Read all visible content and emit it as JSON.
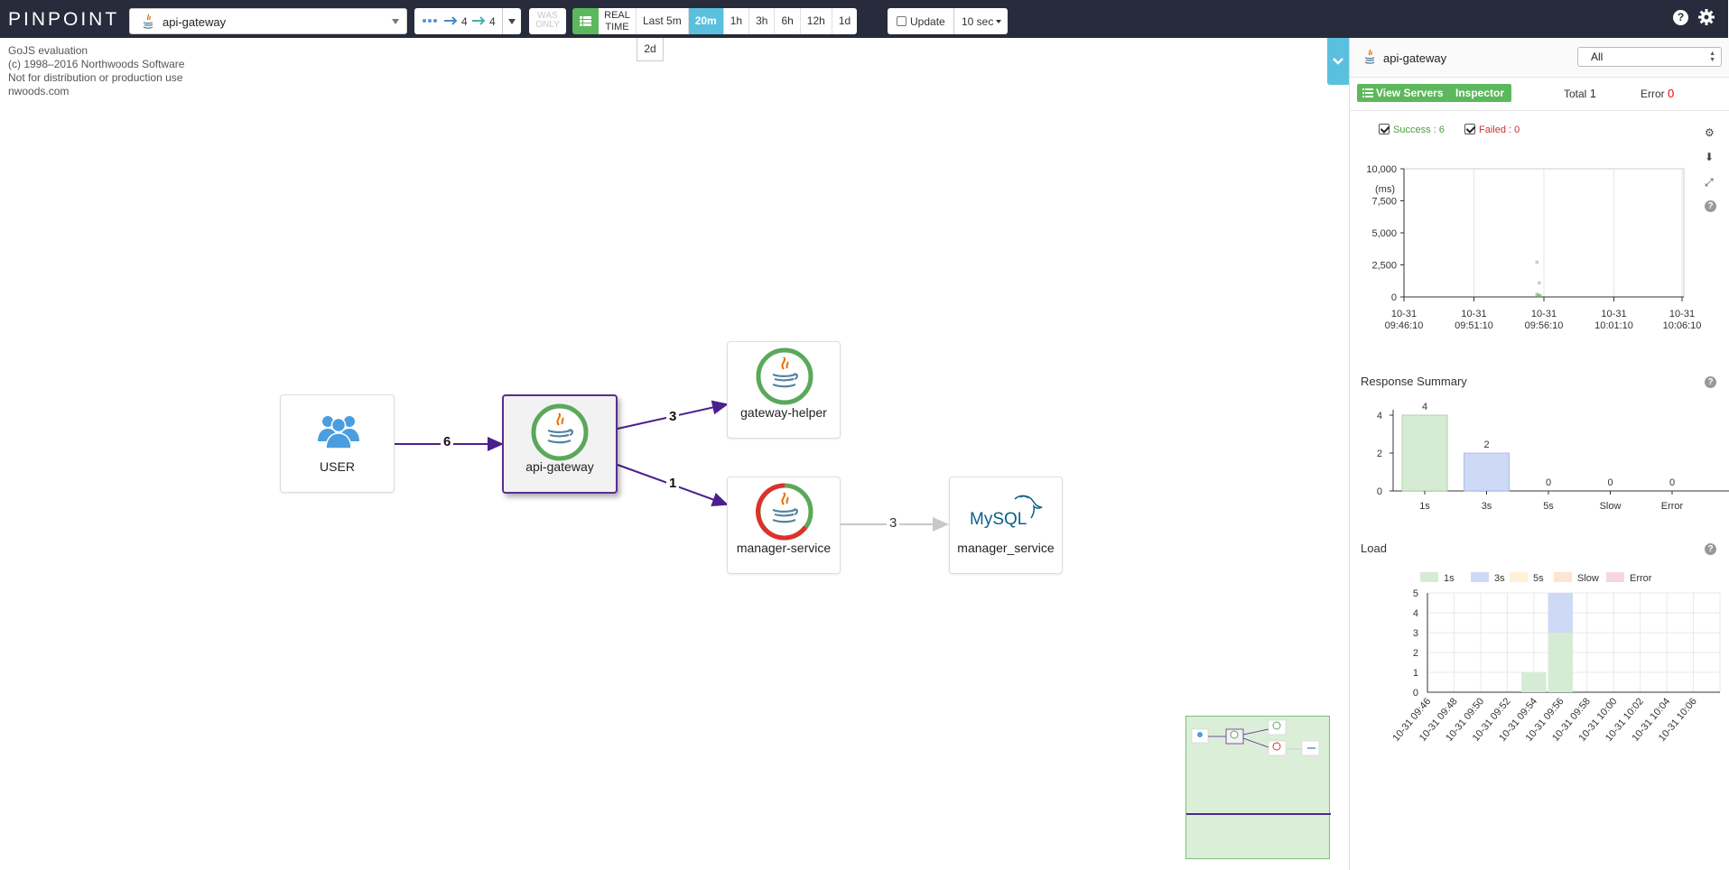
{
  "header": {
    "logo": "PINPOINT",
    "application": "api-gateway",
    "inbound_depth": "4",
    "outbound_depth": "4",
    "was_only_line1": "WAS",
    "was_only_line2": "ONLY",
    "real_time_line1": "REAL",
    "real_time_line2": "TIME",
    "periods": [
      "Last 5m",
      "20m",
      "1h",
      "3h",
      "6h",
      "12h",
      "1d"
    ],
    "active_period": "20m",
    "extra_period": "2d",
    "update_label": "Update",
    "update_interval": "10 sec",
    "help": "?"
  },
  "watermark": [
    "GoJS evaluation",
    "(c) 1998–2016 Northwoods Software",
    "Not for distribution or production use",
    "nwoods.com"
  ],
  "servermap": {
    "nodes": {
      "user": "USER",
      "api_gateway": "api-gateway",
      "gateway_helper": "gateway-helper",
      "manager_service": "manager-service",
      "mysql": "manager_service",
      "mysql_logo": "MySQL"
    },
    "edges": {
      "user_to_gateway": "6",
      "gateway_to_helper": "3",
      "gateway_to_manager": "1",
      "manager_to_mysql": "3"
    },
    "colors": {
      "edge": "#4b1f8f",
      "edge_inactive": "#c8c8c8",
      "ring_ok": "#5ba85b",
      "ring_error": "#e0302a",
      "user_icon": "#4a9ee0",
      "mysql_blue": "#0d5f8a",
      "mysql_orange": "#e48e00"
    }
  },
  "panel": {
    "app_name": "api-gateway",
    "agent_filter": "All",
    "view_servers": "View Servers",
    "inspector": "Inspector",
    "total_label": "Total",
    "total_value": "1",
    "error_label": "Error",
    "error_value": "0",
    "success_label": "Success : 6",
    "failed_label": "Failed : 0",
    "response_summary_title": "Response Summary",
    "load_title": "Load",
    "load_legend": [
      "1s",
      "3s",
      "5s",
      "Slow",
      "Error"
    ]
  },
  "chart_data": [
    {
      "type": "scatter",
      "title": "",
      "ylabel": "(ms)",
      "ylim": [
        0,
        10000
      ],
      "y_ticks": [
        "10,000",
        "7,500",
        "5,000",
        "2,500",
        "0"
      ],
      "x_ticks": [
        [
          "10-31",
          "09:46:10"
        ],
        [
          "10-31",
          "09:51:10"
        ],
        [
          "10-31",
          "09:56:10"
        ],
        [
          "10-31",
          "10:01:10"
        ],
        [
          "10-31",
          "10:06:10"
        ]
      ],
      "series": [
        {
          "name": "Success",
          "color": "#5cb85c",
          "points": [
            {
              "x": "09:55:40",
              "y": 2700
            },
            {
              "x": "09:55:50",
              "y": 1100
            },
            {
              "x": "09:55:40",
              "y": 200
            },
            {
              "x": "09:55:45",
              "y": 150
            },
            {
              "x": "09:55:50",
              "y": 100
            },
            {
              "x": "09:55:55",
              "y": 80
            }
          ]
        },
        {
          "name": "Failed",
          "color": "#e00000",
          "points": []
        }
      ]
    },
    {
      "type": "bar",
      "title": "Response Summary",
      "categories": [
        "1s",
        "3s",
        "5s",
        "Slow",
        "Error"
      ],
      "values": [
        4,
        2,
        0,
        0,
        0
      ],
      "ylim": [
        0,
        4
      ],
      "y_ticks": [
        "4",
        "2",
        "0"
      ],
      "colors": [
        "#d6ebd3",
        "#cdd9f5",
        "#fdf2d5",
        "#fde5d5",
        "#f8d7dc"
      ]
    },
    {
      "type": "bar",
      "stacked": true,
      "title": "Load",
      "categories": [
        "10-31 09:46",
        "10-31 09:48",
        "10-31 09:50",
        "10-31 09:52",
        "10-31 09:54",
        "10-31 09:56",
        "10-31 09:58",
        "10-31 10:00",
        "10-31 10:02",
        "10-31 10:04",
        "10-31 10:06"
      ],
      "ylim": [
        0,
        5
      ],
      "y_ticks": [
        "5",
        "4",
        "3",
        "2",
        "1",
        "0"
      ],
      "series": [
        {
          "name": "1s",
          "color": "#d6ebd3",
          "values": [
            0,
            0,
            0,
            0,
            1,
            3,
            0,
            0,
            0,
            0,
            0
          ]
        },
        {
          "name": "3s",
          "color": "#cdd9f5",
          "values": [
            0,
            0,
            0,
            0,
            0,
            2,
            0,
            0,
            0,
            0,
            0
          ]
        },
        {
          "name": "5s",
          "color": "#fdf2d5",
          "values": [
            0,
            0,
            0,
            0,
            0,
            0,
            0,
            0,
            0,
            0,
            0
          ]
        },
        {
          "name": "Slow",
          "color": "#fde5d5",
          "values": [
            0,
            0,
            0,
            0,
            0,
            0,
            0,
            0,
            0,
            0,
            0
          ]
        },
        {
          "name": "Error",
          "color": "#f8d7dc",
          "values": [
            0,
            0,
            0,
            0,
            0,
            0,
            0,
            0,
            0,
            0,
            0
          ]
        }
      ]
    }
  ]
}
